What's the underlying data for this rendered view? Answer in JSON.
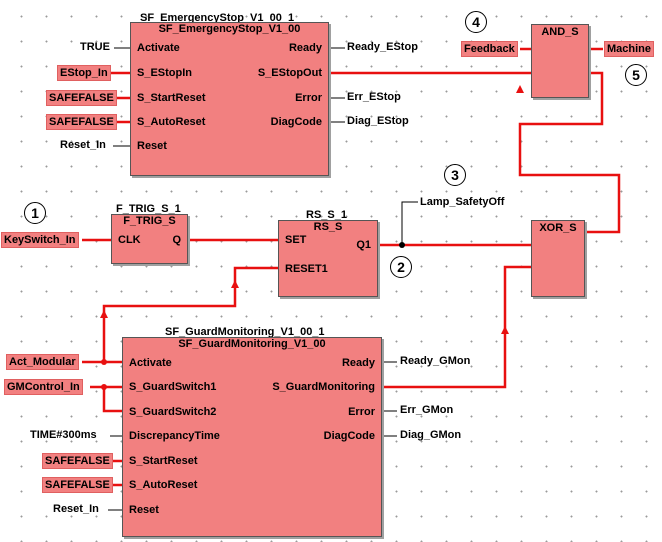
{
  "blocks": {
    "estop": {
      "instance": "SF_EmergencyStop_V1_00_1",
      "type": "SF_EmergencyStop_V1_00",
      "inputs": [
        "Activate",
        "S_EStopIn",
        "S_StartReset",
        "S_AutoReset",
        "Reset"
      ],
      "outputs": [
        "Ready",
        "S_EStopOut",
        "Error",
        "DiagCode"
      ]
    },
    "ftrig": {
      "instance": "F_TRIG_S_1",
      "type": "F_TRIG_S",
      "inputs": [
        "CLK"
      ],
      "outputs": [
        "Q"
      ]
    },
    "rs": {
      "instance": "RS_S_1",
      "type": "RS_S",
      "inputs": [
        "SET",
        "RESET1"
      ],
      "outputs": [
        "Q1"
      ]
    },
    "guard": {
      "instance": "SF_GuardMonitoring_V1_00_1",
      "type": "SF_GuardMonitoring_V1_00",
      "inputs": [
        "Activate",
        "S_GuardSwitch1",
        "S_GuardSwitch2",
        "DiscrepancyTime",
        "S_StartReset",
        "S_AutoReset",
        "Reset"
      ],
      "outputs": [
        "Ready",
        "S_GuardMonitoring",
        "Error",
        "DiagCode"
      ]
    },
    "and": {
      "type": "AND_S"
    },
    "xor": {
      "type": "XOR_S"
    }
  },
  "signals": {
    "estop_in": [
      "TRUE",
      "EStop_In",
      "SAFEFALSE",
      "SAFEFALSE",
      "Reset_In"
    ],
    "estop_out": [
      "Ready_EStop",
      "Err_EStop",
      "Diag_EStop"
    ],
    "keyswitch": "KeySwitch_In",
    "lamp": "Lamp_SafetyOff",
    "feedback": "Feedback",
    "machine": "Machine",
    "guard_in": [
      "Act_Modular",
      "GMControl_In",
      "TIME#300ms",
      "SAFEFALSE",
      "SAFEFALSE",
      "Reset_In"
    ],
    "guard_out": [
      "Ready_GMon",
      "Err_GMon",
      "Diag_GMon"
    ]
  },
  "callouts": [
    "1",
    "2",
    "3",
    "4",
    "5"
  ],
  "colors": {
    "block_fill": "#f28080",
    "wire_safe": "#e81010",
    "wire_std": "#000000"
  }
}
